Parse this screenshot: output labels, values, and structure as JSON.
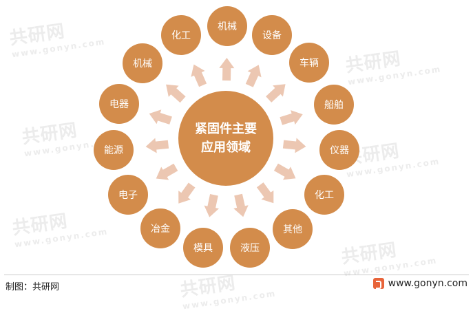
{
  "center": {
    "line1": "紧固件主要",
    "line2": "应用领域"
  },
  "nodes": [
    "机械",
    "设备",
    "车辆",
    "船舶",
    "仪器",
    "化工",
    "其他",
    "液压",
    "模具",
    "冶金",
    "电子",
    "能源",
    "电器",
    "机械",
    "化工"
  ],
  "footer": {
    "source": "制图：共研网",
    "site": "www.gonyn.com"
  },
  "watermark": {
    "text": "共研网",
    "sub": "www.gonyn.com"
  },
  "colors": {
    "node": "#d38c4b",
    "arrow": "#ecc7b2"
  }
}
